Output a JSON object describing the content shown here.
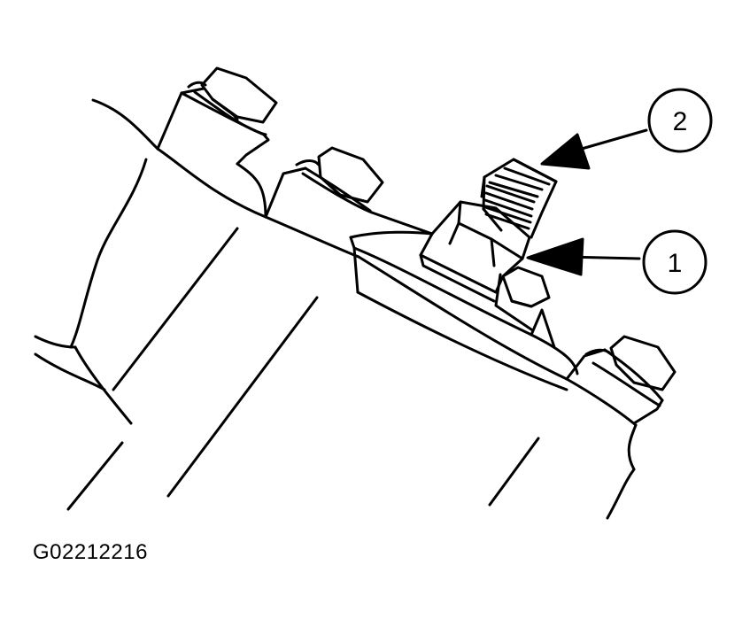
{
  "figure_code": "G02212216",
  "callouts": [
    {
      "label": "1"
    },
    {
      "label": "2"
    }
  ],
  "colors": {
    "ink": "#000000",
    "background": "#ffffff"
  }
}
